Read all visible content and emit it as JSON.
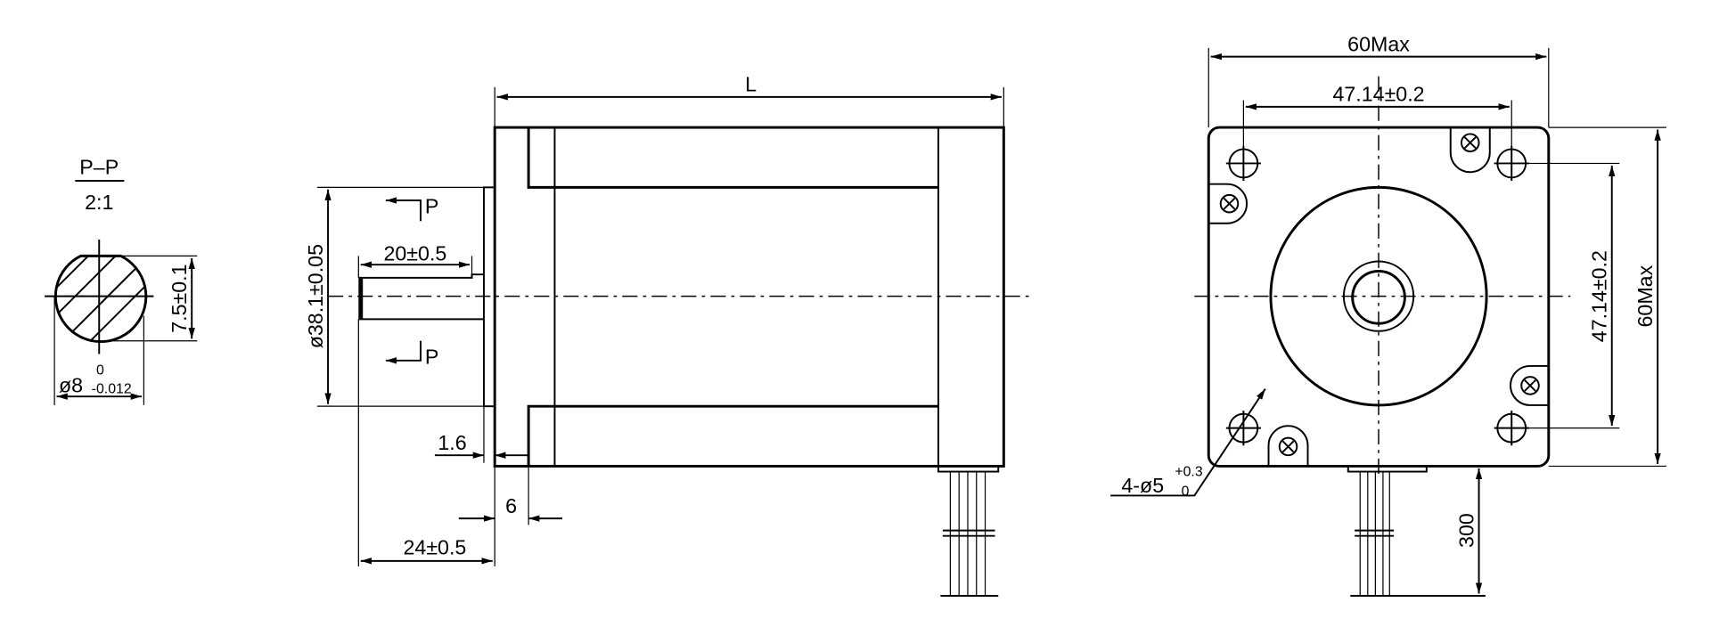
{
  "section_view": {
    "title": "P–P",
    "scale": "2:1",
    "flat_dim": "7.5±0.1",
    "dia_prefix": "ø8",
    "dia_upper_tol": "0",
    "dia_lower_tol": "-0.012"
  },
  "side_view": {
    "length_label": "L",
    "pilot_dia": "ø38.1±0.05",
    "flat_length": "20±0.5",
    "section_mark_top": "P",
    "section_mark_bottom": "P",
    "pilot_height": "1.6",
    "flange_thickness": "6",
    "shaft_length": "24±0.5"
  },
  "front_view": {
    "width_max": "60Max",
    "hole_spacing_h": "47.14±0.2",
    "hole_spacing_v": "47.14±0.2",
    "height_max": "60Max",
    "holes_prefix": "4-ø5",
    "holes_upper_tol": "+0.3",
    "holes_lower_tol": "0",
    "lead_length": "300"
  }
}
